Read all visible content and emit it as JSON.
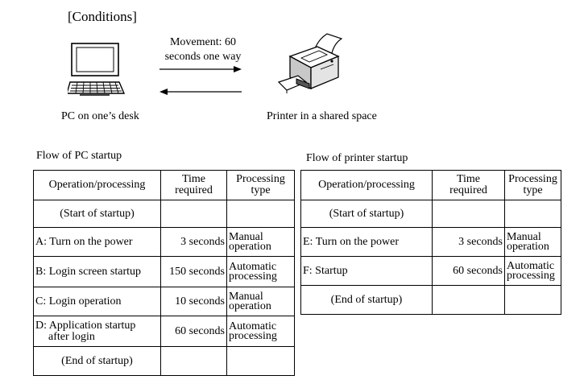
{
  "conditions": {
    "heading": "[Conditions]",
    "movement_line1": "Movement: 60",
    "movement_line2": "seconds one way",
    "pc_caption": "PC on one’s desk",
    "printer_caption": "Printer in a shared space"
  },
  "pc_table": {
    "title": "Flow of PC startup",
    "headers": {
      "operation": "Operation/processing",
      "time_line1": "Time",
      "time_line2": "required",
      "type_line1": "Processing",
      "type_line2": "type"
    },
    "rows": [
      {
        "op": "(Start of startup)",
        "time": "",
        "type1": "",
        "type2": ""
      },
      {
        "op": "A: Turn on the power",
        "time": "3 seconds",
        "type1": "Manual",
        "type2": "operation"
      },
      {
        "op": "B: Login screen startup",
        "time": "150 seconds",
        "type1": "Automatic",
        "type2": "processing"
      },
      {
        "op": "C: Login operation",
        "time": "10 seconds",
        "type1": "Manual",
        "type2": "operation"
      },
      {
        "op1": "D: Application startup",
        "op2": "after login",
        "time": "60 seconds",
        "type1": "Automatic",
        "type2": "processing"
      },
      {
        "op": "(End of startup)",
        "time": "",
        "type1": "",
        "type2": ""
      }
    ]
  },
  "printer_table": {
    "title": "Flow of printer startup",
    "headers": {
      "operation": "Operation/processing",
      "time_line1": "Time",
      "time_line2": "required",
      "type_line1": "Processing",
      "type_line2": "type"
    },
    "rows": [
      {
        "op": "(Start of startup)",
        "time": "",
        "type1": "",
        "type2": ""
      },
      {
        "op": "E: Turn on the power",
        "time": "3 seconds",
        "type1": "Manual",
        "type2": "operation"
      },
      {
        "op": "F: Startup",
        "time": "60 seconds",
        "type1": "Automatic",
        "type2": "processing"
      },
      {
        "op": "(End of startup)",
        "time": "",
        "type1": "",
        "type2": ""
      }
    ]
  }
}
